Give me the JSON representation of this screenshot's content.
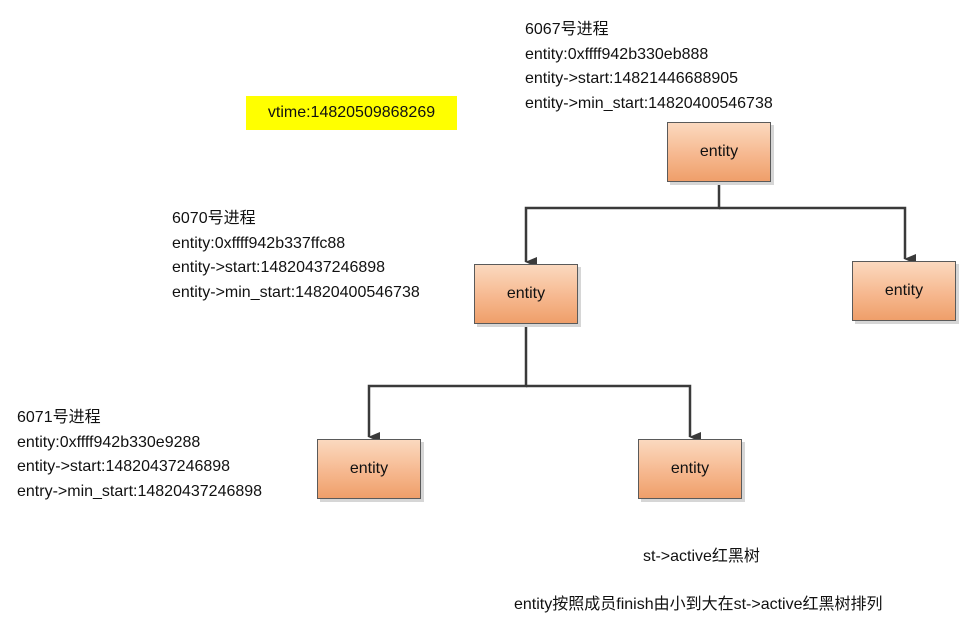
{
  "vtime": "vtime:14820509868269",
  "nodes": {
    "root": {
      "label": "entity"
    },
    "mid_left": {
      "label": "entity"
    },
    "right": {
      "label": "entity"
    },
    "leaf_left": {
      "label": "entity"
    },
    "leaf_right": {
      "label": "entity"
    }
  },
  "annotations": {
    "p6067": {
      "title": "6067号进程",
      "entity": "entity:0xffff942b330eb888",
      "start": "entity->start:14821446688905",
      "min_start": "entity->min_start:14820400546738"
    },
    "p6070": {
      "title": "6070号进程",
      "entity": "entity:0xffff942b337ffc88",
      "start": "entity->start:14820437246898",
      "min_start": "entity->min_start:14820400546738"
    },
    "p6071": {
      "title": "6071号进程",
      "entity": "entity:0xffff942b330e9288",
      "start": "entity->start:14820437246898",
      "min_start": "entry->min_start:14820437246898"
    }
  },
  "captions": {
    "tree": "st->active红黑树",
    "note": "entity按照成员finish由小到大在st->active红黑树排列"
  },
  "colors": {
    "highlight": "#ffff00",
    "node_fill": "#f6b88f",
    "edge": "#3a3a3a"
  }
}
